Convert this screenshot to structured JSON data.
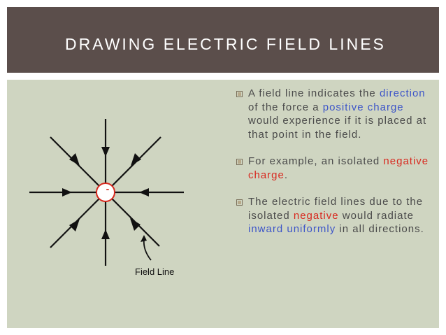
{
  "title": "DRAWING ELECTRIC FIELD LINES",
  "diagram": {
    "charge_label": "-",
    "field_line_label": "Field Line",
    "colors": {
      "line": "#111111",
      "charge_border": "#d8291f",
      "charge_fill": "#ffffff"
    }
  },
  "bullets": [
    {
      "segments": [
        {
          "text": "A field line indicates the ",
          "style": "normal"
        },
        {
          "text": "direction",
          "style": "blue"
        },
        {
          "text": " of the force a ",
          "style": "normal"
        },
        {
          "text": "positive charge",
          "style": "blue"
        },
        {
          "text": " would experience if it is placed at that point in the field.",
          "style": "normal"
        }
      ]
    },
    {
      "segments": [
        {
          "text": "For example, an isolated ",
          "style": "normal"
        },
        {
          "text": "negative charge",
          "style": "red"
        },
        {
          "text": ".",
          "style": "normal"
        }
      ]
    },
    {
      "segments": [
        {
          "text": "The electric field lines due to the isolated ",
          "style": "normal"
        },
        {
          "text": "negative",
          "style": "red"
        },
        {
          "text": " would radiate ",
          "style": "normal"
        },
        {
          "text": "inward uniformly",
          "style": "blue"
        },
        {
          "text": " in all directions.",
          "style": "normal"
        }
      ]
    }
  ]
}
